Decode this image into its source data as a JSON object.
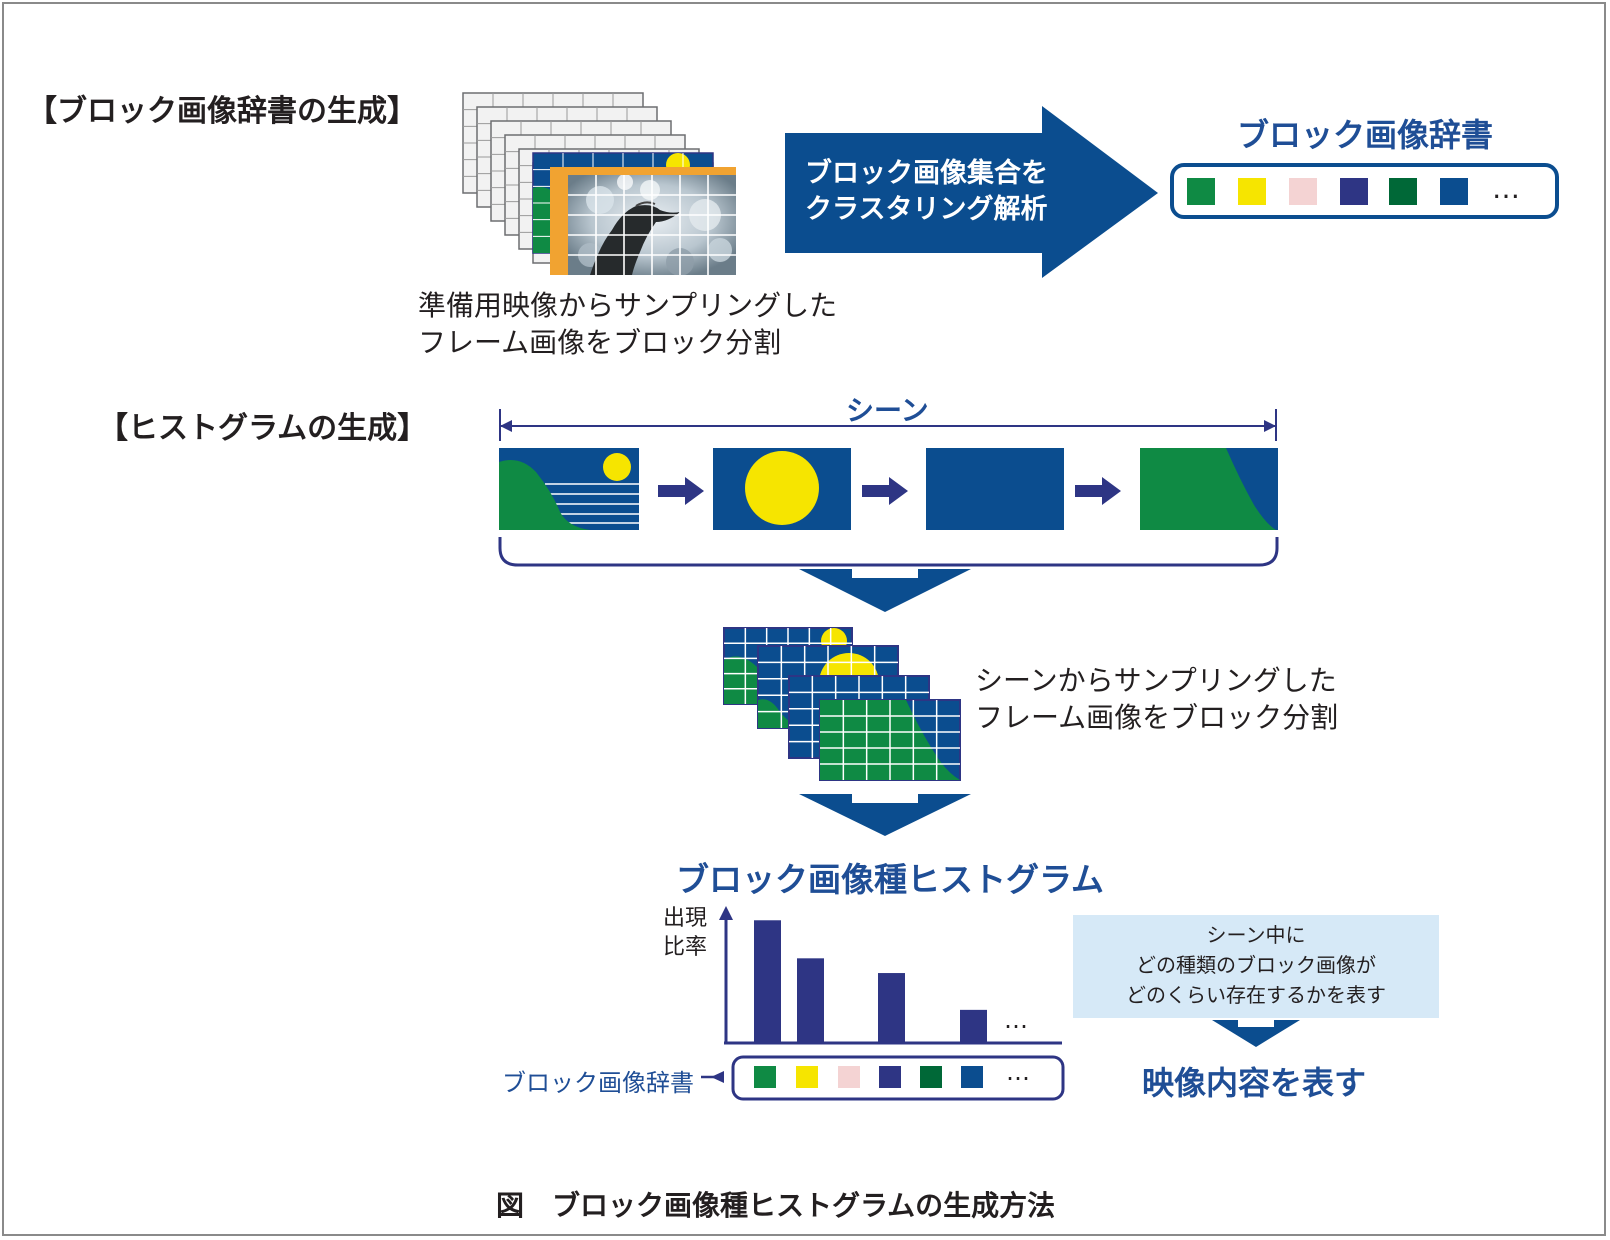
{
  "sections": {
    "dictionary": "【ブロック画像辞書の生成】",
    "histogram": "【ヒストグラムの生成】"
  },
  "dictionary_stage": {
    "frames_caption": [
      "準備用映像からサンプリングした",
      "フレーム画像をブロック分割"
    ],
    "arrow_text": [
      "ブロック画像集合を",
      "クラスタリング解析"
    ],
    "dictionary_title": "ブロック画像辞書",
    "ellipsis": "…"
  },
  "histogram_stage": {
    "scene_label": "シーン",
    "frames_caption": [
      "シーンからサンプリングした",
      "フレーム画像をブロック分割"
    ],
    "result_title": "ブロック画像種ヒストグラム",
    "y_axis_label": [
      "出現",
      "比率"
    ],
    "dictionary_label": "ブロック画像辞書",
    "note_box": [
      "シーン中に",
      "どの種類のブロック画像が",
      "どのくらい存在するかを表す"
    ],
    "conclusion": "映像内容を表す",
    "ellipsis": "…"
  },
  "figure_caption": "図　ブロック画像種ヒストグラムの生成方法",
  "chart_data": {
    "type": "bar",
    "values": [
      1.0,
      0.69,
      0.57,
      0.27
    ],
    "ylim": [
      0,
      1.1
    ]
  },
  "colors": {
    "navy": "#2e3584",
    "dict_blue": "#0b4d8f",
    "title_blue": "#1f4e96",
    "palette": [
      "#0f8a44",
      "#f6e500",
      "#f4d3d3",
      "#2e3584",
      "#006837",
      "#0b4d8f"
    ],
    "note_bg": "#d6e9f7",
    "orange": "#f1a331"
  }
}
